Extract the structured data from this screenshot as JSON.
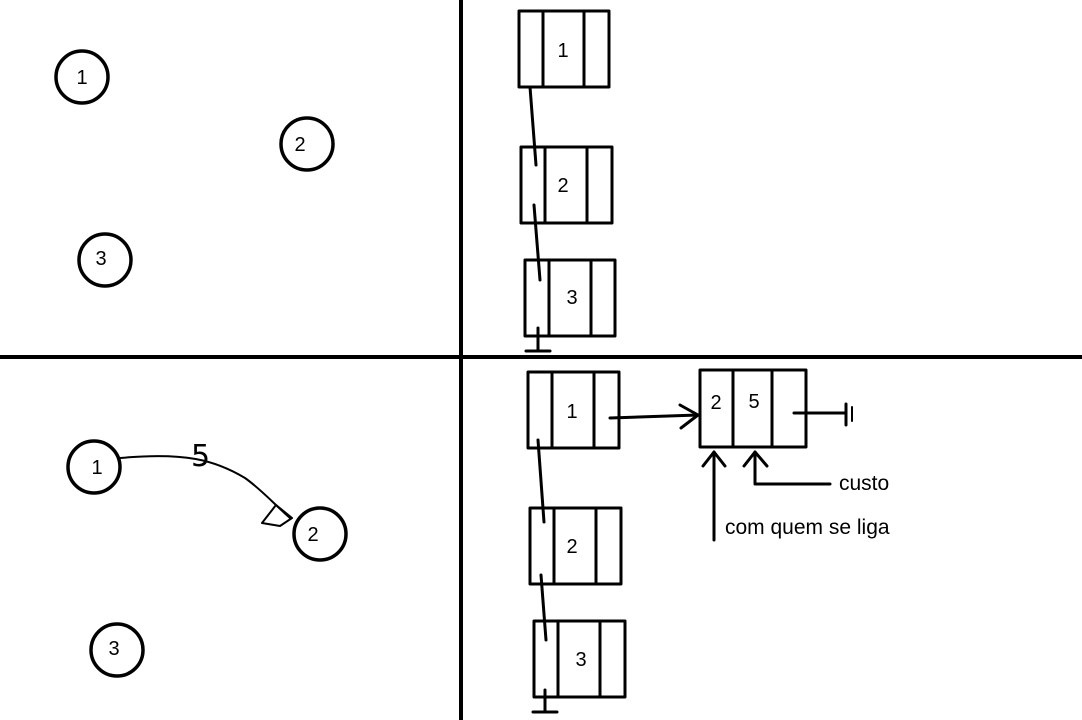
{
  "colors": {
    "ink": "#000000",
    "background": "#ffffff"
  },
  "top_left": {
    "nodes": [
      {
        "label": "1"
      },
      {
        "label": "2"
      },
      {
        "label": "3"
      }
    ]
  },
  "top_right": {
    "list_nodes": [
      {
        "label": "1"
      },
      {
        "label": "2"
      },
      {
        "label": "3"
      }
    ]
  },
  "bottom_left": {
    "nodes": [
      {
        "label": "1"
      },
      {
        "label": "2"
      },
      {
        "label": "3"
      }
    ],
    "edge": {
      "from": "1",
      "to": "2",
      "weight": "5"
    }
  },
  "bottom_right": {
    "list_nodes": [
      {
        "label": "1"
      },
      {
        "label": "2"
      },
      {
        "label": "3"
      }
    ],
    "edge_node": {
      "target": "2",
      "cost": "5"
    },
    "annotations": {
      "cost": "custo",
      "target": "com quem se liga"
    }
  }
}
